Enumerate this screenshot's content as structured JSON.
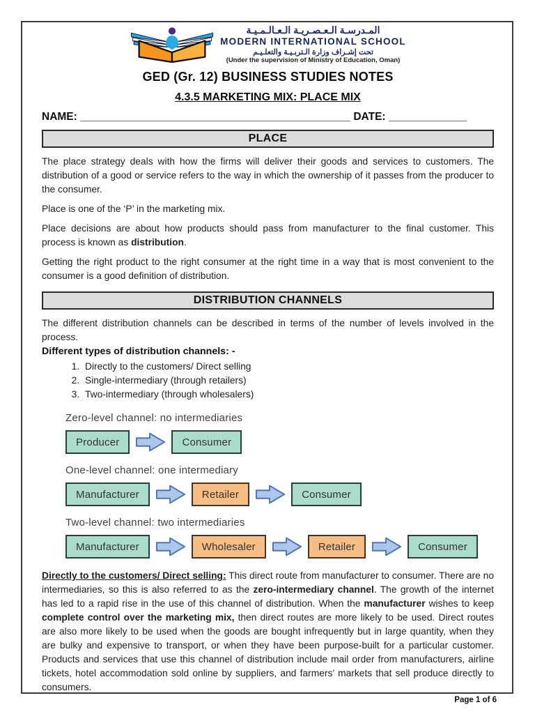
{
  "header": {
    "school_name_ar": "المـدرسـة الـعـصـريـة الـعـالـمـيـة",
    "school_name_en": "MODERN INTERNATIONAL SCHOOL",
    "supervision_ar": "تحت إشـراف وزارة الـتربـيـة والتعلـيـم",
    "supervision_en": "(Under the supervision of Ministry of Education, Oman)"
  },
  "titles": {
    "main": "GED (Gr. 12) BUSINESS STUDIES NOTES",
    "topic": "4.3.5 MARKETING MIX: PLACE MIX"
  },
  "name_date": {
    "name_label": "NAME:",
    "name_blank": "_____________________________________________",
    "date_label": "DATE:",
    "date_blank": "_____________"
  },
  "place": {
    "heading": "PLACE",
    "p1": "The place strategy deals with how the firms will deliver their goods and services to customers. The distribution of a good or service refers to the way in which the ownership of it passes from the producer to the consumer.",
    "p2": "Place is one of the ‘P’ in the marketing mix.",
    "p3": [
      {
        "t": "Place decisions are about how products should pass from manufacturer to the final customer. This process is known as "
      },
      {
        "t": "distribution",
        "b": true
      },
      {
        "t": "."
      }
    ],
    "p4": "Getting the right product to the right consumer at the right time in a way that is most convenient to the consumer is a good definition of distribution."
  },
  "distribution": {
    "heading": "DISTRIBUTION CHANNELS",
    "intro": "The different distribution channels can be described in terms of the number of levels involved in the process.",
    "types_heading": "Different types of distribution channels: -",
    "list": [
      "Directly to the customers/ Direct selling",
      "Single-intermediary (through retailers)",
      "Two-intermediary (through wholesalers)"
    ],
    "diagrams": [
      {
        "caption": "Zero-level channel: no intermediaries",
        "nodes": [
          {
            "label": "Producer",
            "color": "teal"
          },
          {
            "label": "Consumer",
            "color": "teal"
          }
        ]
      },
      {
        "caption": "One-level channel: one intermediary",
        "nodes": [
          {
            "label": "Manufacturer",
            "color": "teal"
          },
          {
            "label": "Retailer",
            "color": "orange"
          },
          {
            "label": "Consumer",
            "color": "teal"
          }
        ]
      },
      {
        "caption": "Two-level channel: two intermediaries",
        "nodes": [
          {
            "label": "Manufacturer",
            "color": "teal"
          },
          {
            "label": "Wholesaler",
            "color": "orange"
          },
          {
            "label": "Retailer",
            "color": "orange"
          },
          {
            "label": "Consumer",
            "color": "teal"
          }
        ]
      }
    ],
    "direct_selling": [
      {
        "t": "Directly to the customers/ Direct selling",
        "b": true,
        "u": true
      },
      {
        "t": ":",
        "b": true,
        "u": true
      },
      {
        "t": " This direct route from manufacturer to consumer. There are no intermediaries, so this is also referred to as the "
      },
      {
        "t": "zero-intermediary channel",
        "b": true
      },
      {
        "t": ". The growth of the internet has led to a rapid rise in the use of this channel of distribution. When the "
      },
      {
        "t": "manufacturer",
        "b": true
      },
      {
        "t": " wishes to keep "
      },
      {
        "t": "complete control over the marketing mix,",
        "b": true
      },
      {
        "t": " then direct routes are more likely to be used. Direct routes are also more likely to be used when the goods are bought infrequently but in large quantity, when they are bulky and expensive to transport, or when they have been purpose-built for a particular customer. Products and services that use this channel of distribution include mail order from manufacturers, airline tickets, hotel accommodation sold online by suppliers, and farmers’ markets that sell produce directly to consumers."
      }
    ]
  },
  "footer": {
    "page_label": "Page 1 of 6"
  },
  "colors": {
    "teal_fill": "#abdccb",
    "teal_border": "#23413a",
    "orange_fill": "#f7bd85",
    "orange_border": "#433322",
    "arrow_fill": "#abc8ec",
    "arrow_border": "#4d74b0",
    "bar_bg": "#dcdcdc",
    "school_navy": "#16265c",
    "logo_orange": "#f7941d",
    "logo_blue": "#29abe2"
  }
}
